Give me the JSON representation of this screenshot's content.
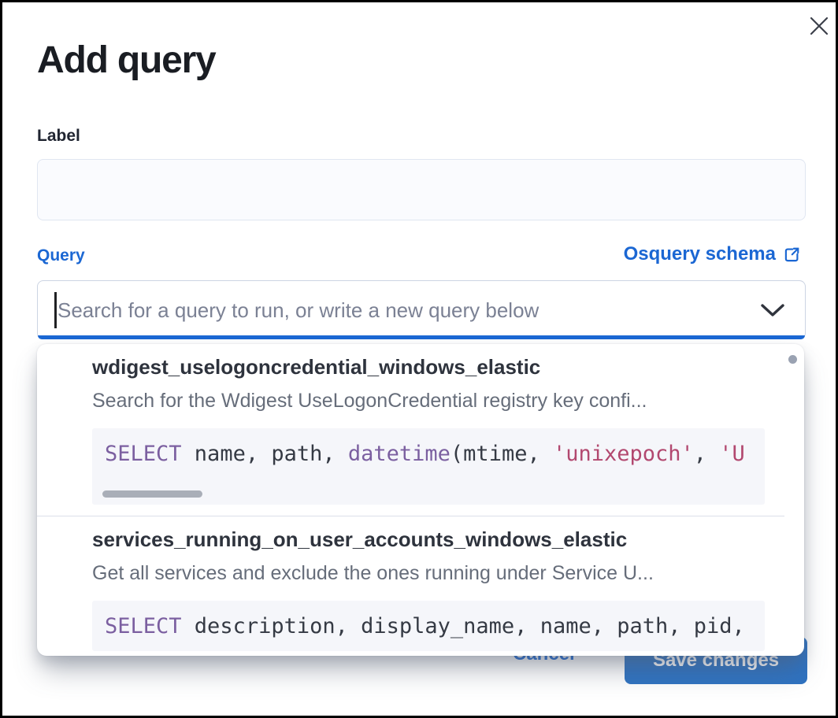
{
  "modal": {
    "title": "Add query"
  },
  "form": {
    "label_field": {
      "label": "Label",
      "value": ""
    },
    "query_field": {
      "label": "Query",
      "schema_link_label": "Osquery schema",
      "schema_link_icon": "external-link-popout-icon",
      "placeholder": "Search for a query to run, or write a new query below",
      "chevron_icon": "chevron-down-icon"
    }
  },
  "dropdown": {
    "options": [
      {
        "title": "wdigest_uselogoncredential_windows_elastic",
        "description": "Search for the Wdigest UseLogonCredential registry key confi...",
        "sql_tokens": [
          {
            "type": "keyword",
            "text": "SELECT"
          },
          {
            "type": "plain",
            "text": " name, path, "
          },
          {
            "type": "keyword",
            "text": "datetime"
          },
          {
            "type": "plain",
            "text": "(mtime, "
          },
          {
            "type": "string",
            "text": "'unixepoch'"
          },
          {
            "type": "plain",
            "text": ", "
          },
          {
            "type": "string",
            "text": "'U"
          }
        ]
      },
      {
        "title": "services_running_on_user_accounts_windows_elastic",
        "description": "Get all services and exclude the ones running under Service U...",
        "sql_tokens": [
          {
            "type": "keyword",
            "text": "SELECT"
          },
          {
            "type": "plain",
            "text": " description, display_name, name, path, pid,"
          }
        ]
      }
    ]
  },
  "footer": {
    "cancel_label": "Cancel",
    "save_label": "Save changes"
  },
  "colors": {
    "accent_blue": "#1b67d3",
    "button_blue": "#2e72c1",
    "keyword_purple": "#7b5fa0",
    "string_rose": "#b2486f",
    "code_text": "#353a44",
    "code_bg": "#f5f6fa"
  }
}
